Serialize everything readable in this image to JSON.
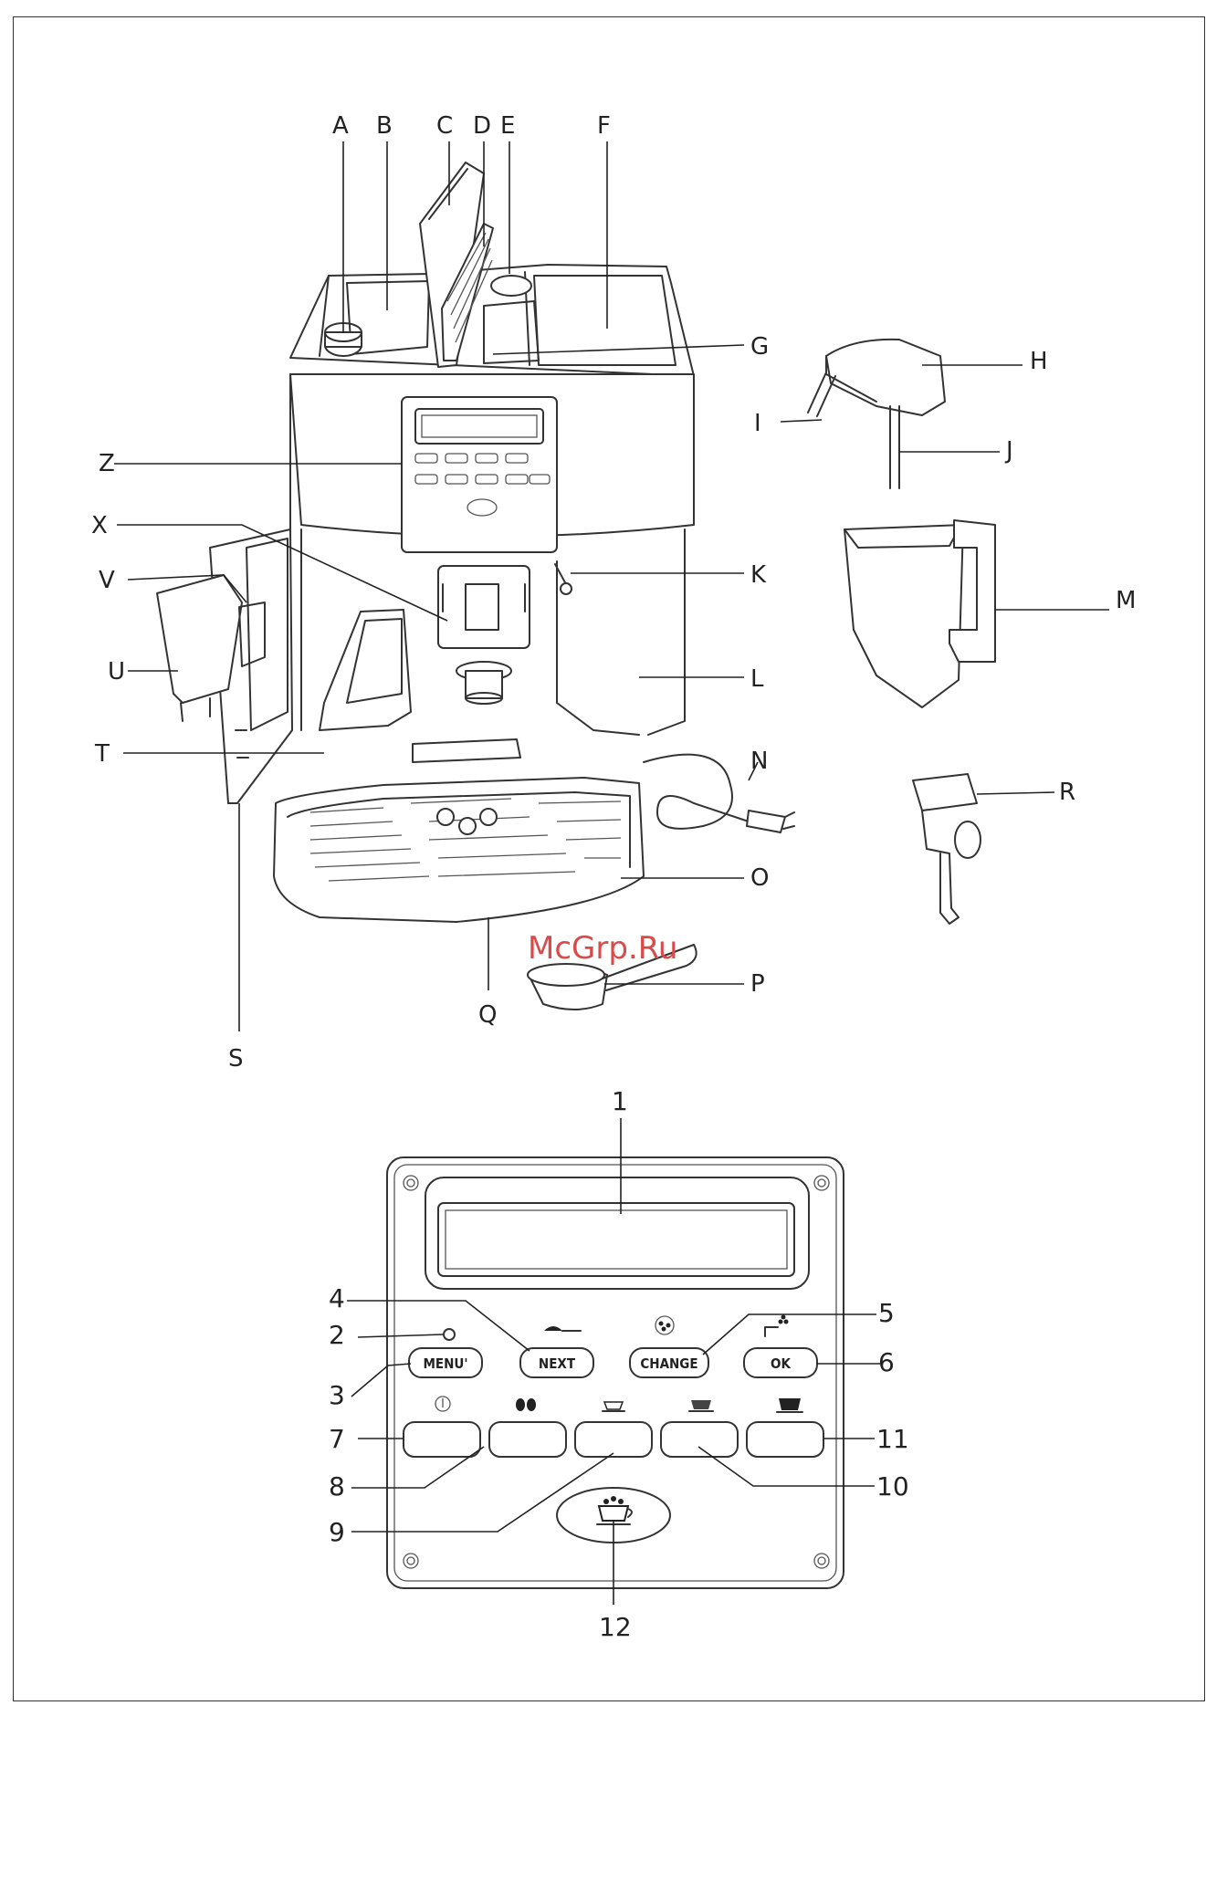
{
  "watermark": "McGrp.Ru",
  "part_labels": {
    "A": "A",
    "B": "B",
    "C": "C",
    "D": "D",
    "E": "E",
    "F": "F",
    "G": "G",
    "H": "H",
    "I": "I",
    "J": "J",
    "K": "K",
    "L": "L",
    "M": "M",
    "N": "N",
    "O": "O",
    "P": "P",
    "Q": "Q",
    "R": "R",
    "S": "S",
    "T": "T",
    "U": "U",
    "V": "V",
    "X": "X",
    "Z": "Z"
  },
  "panel_numbers": {
    "n1": "1",
    "n2": "2",
    "n3": "3",
    "n4": "4",
    "n5": "5",
    "n6": "6",
    "n7": "7",
    "n8": "8",
    "n9": "9",
    "n10": "10",
    "n11": "11",
    "n12": "12"
  },
  "panel_buttons": {
    "menu": "MENU'",
    "next": "NEXT",
    "change": "CHANGE",
    "ok": "OK"
  }
}
